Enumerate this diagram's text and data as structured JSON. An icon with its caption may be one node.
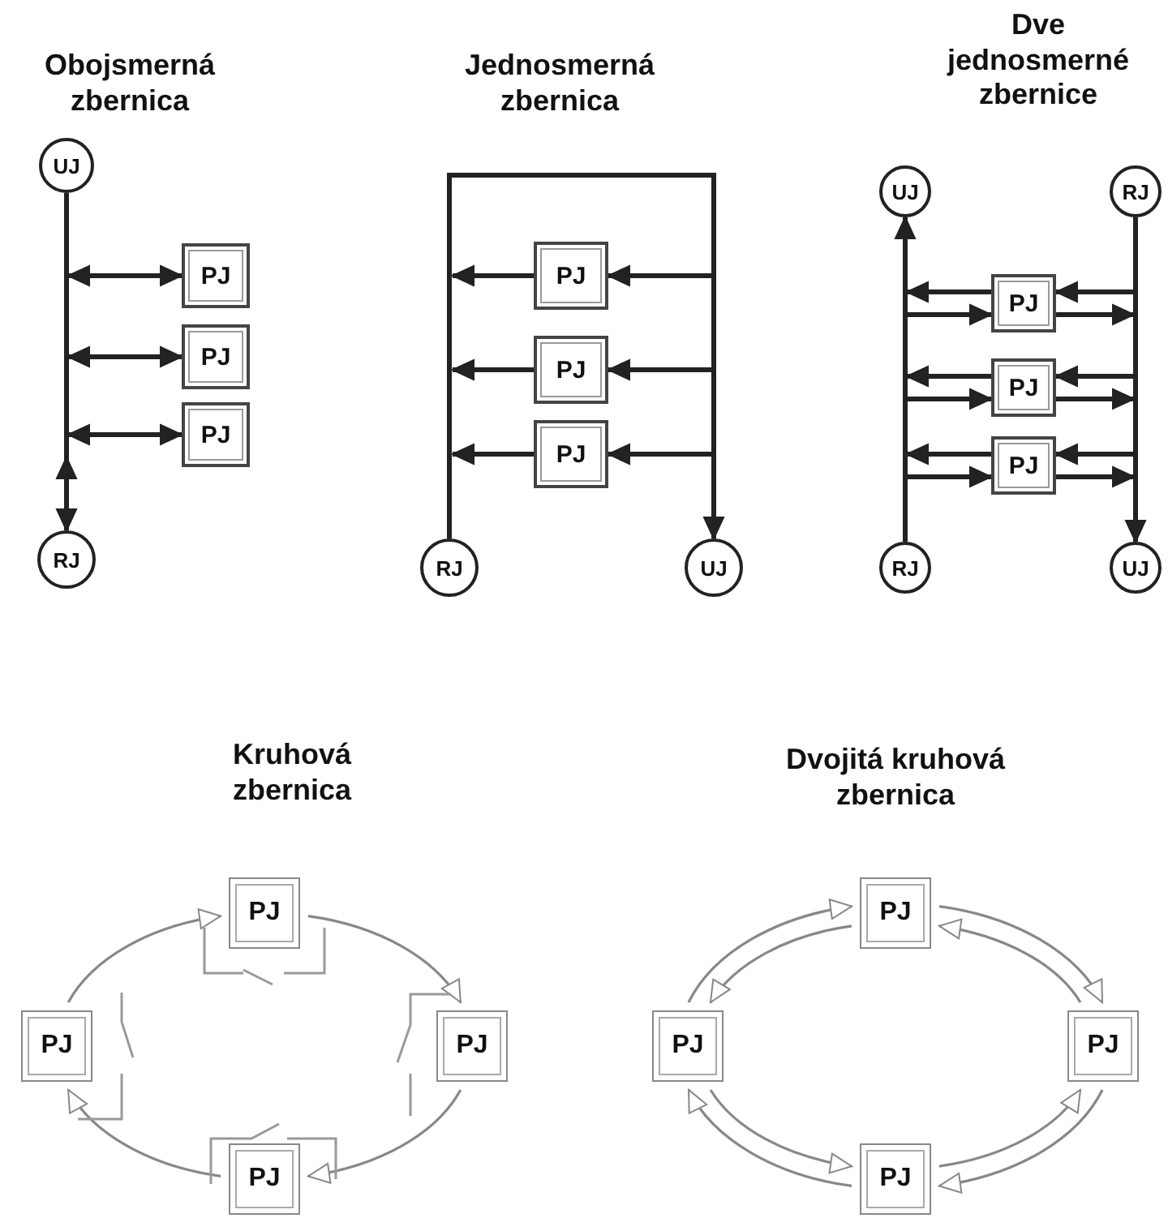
{
  "diagram": {
    "nodes": [
      {
        "text": [
          "UJ"
        ]
      },
      {
        "text": [
          "PJ"
        ]
      },
      {
        "text": [
          "PJ"
        ]
      },
      {
        "text": [
          "PJ"
        ]
      },
      {
        "text": [
          "RJ"
        ]
      },
      {
        "text": [
          "PJ"
        ]
      },
      {
        "text": [
          "PJ"
        ]
      },
      {
        "text": [
          "PJ"
        ]
      },
      {
        "text": [
          "RJ"
        ]
      },
      {
        "text": [
          "UJ"
        ]
      },
      {
        "text": [
          "UJ"
        ]
      },
      {
        "text": [
          "RJ"
        ]
      },
      {
        "text": [
          "PJ"
        ]
      },
      {
        "text": [
          "PJ"
        ]
      },
      {
        "text": [
          "PJ"
        ]
      },
      {
        "text": [
          "RJ"
        ]
      },
      {
        "text": [
          "UJ"
        ]
      },
      {
        "text": [
          "PJ"
        ]
      },
      {
        "text": [
          "PJ"
        ]
      },
      {
        "text": [
          "PJ"
        ]
      },
      {
        "text": [
          "PJ"
        ]
      },
      {
        "text": [
          "PJ"
        ]
      },
      {
        "text": [
          "PJ"
        ]
      },
      {
        "text": [
          "PJ"
        ]
      },
      {
        "text": [
          "PJ"
        ]
      }
    ],
    "edges": [
      {
        "from": 0,
        "to": null,
        "arrow": "none"
      },
      {
        "from": null,
        "to": 1,
        "arrow": "both"
      },
      {
        "from": null,
        "to": 2,
        "arrow": "both"
      },
      {
        "from": null,
        "to": 3,
        "arrow": "both"
      },
      {
        "from": null,
        "to": 4,
        "arrow": "both"
      },
      {
        "from": 8,
        "to": 9,
        "arrow": "to"
      },
      {
        "from": null,
        "to": 5,
        "arrow": "to"
      },
      {
        "from": 5,
        "to": null,
        "arrow": "to"
      },
      {
        "from": null,
        "to": 6,
        "arrow": "to"
      },
      {
        "from": 6,
        "to": null,
        "arrow": "to"
      },
      {
        "from": null,
        "to": 7,
        "arrow": "to"
      },
      {
        "from": 7,
        "to": null,
        "arrow": "to"
      },
      {
        "from": 15,
        "to": 10,
        "arrow": "to"
      },
      {
        "from": 11,
        "to": 16,
        "arrow": "to"
      },
      {
        "from": null,
        "to": 12,
        "arrow": "to"
      },
      {
        "from": 12,
        "to": null,
        "arrow": "to"
      },
      {
        "from": null,
        "to": 12,
        "arrow": "to"
      },
      {
        "from": 12,
        "to": null,
        "arrow": "to"
      },
      {
        "from": null,
        "to": 13,
        "arrow": "to"
      },
      {
        "from": 13,
        "to": null,
        "arrow": "to"
      },
      {
        "from": null,
        "to": 13,
        "arrow": "to"
      },
      {
        "from": 13,
        "to": null,
        "arrow": "to"
      },
      {
        "from": null,
        "to": 14,
        "arrow": "to"
      },
      {
        "from": 14,
        "to": null,
        "arrow": "to"
      },
      {
        "from": null,
        "to": 14,
        "arrow": "to"
      },
      {
        "from": 14,
        "to": null,
        "arrow": "to"
      },
      {
        "from": 17,
        "to": 19,
        "arrow": "to",
        "color": "#888888"
      },
      {
        "from": 19,
        "to": 20,
        "arrow": "to",
        "color": "#888888"
      },
      {
        "from": 20,
        "to": 18,
        "arrow": "to",
        "color": "#888888"
      },
      {
        "from": 18,
        "to": 17,
        "arrow": "to",
        "color": "#888888"
      },
      {
        "from": 21,
        "to": 23,
        "arrow": "to",
        "color": "#888888"
      },
      {
        "from": 23,
        "to": 24,
        "arrow": "to",
        "color": "#888888"
      },
      {
        "from": 24,
        "to": 22,
        "arrow": "to",
        "color": "#888888"
      },
      {
        "from": 22,
        "to": 21,
        "arrow": "to",
        "color": "#888888"
      },
      {
        "from": 21,
        "to": 22,
        "arrow": "to",
        "color": "#888888"
      },
      {
        "from": 22,
        "to": 24,
        "arrow": "to",
        "color": "#888888"
      },
      {
        "from": 24,
        "to": 23,
        "arrow": "to",
        "color": "#888888"
      },
      {
        "from": 23,
        "to": 21,
        "arrow": "to",
        "color": "#888888"
      }
    ],
    "labels": [
      "Obojsmerná zbernica",
      "Jednosmerná zbernica",
      "Dve jednosmerné zbernice",
      "Kruhová zbernica",
      "Dvojitá kruhová zbernica"
    ]
  }
}
